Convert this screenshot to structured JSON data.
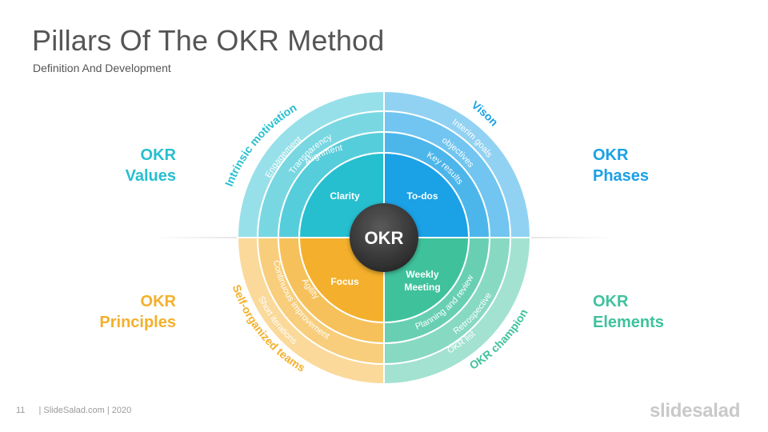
{
  "slide": {
    "title": "Pillars Of The OKR Method",
    "subtitle": "Definition And Development",
    "page_number": "11",
    "footer_text": "| SlideSalad.com | 2020",
    "logo": "slidesalad"
  },
  "center_label": "OKR",
  "colors": {
    "values": "#26bfd0",
    "phases": "#1aa1e6",
    "principles": "#f4b02c",
    "elements": "#3fc29c",
    "center": "#3a3a3a"
  },
  "quadrants": {
    "values": {
      "label_line1": "OKR",
      "label_line2": "Values",
      "core": "Clarity",
      "ring2": "Alignment",
      "ring3": "Transparency",
      "ring4": "Engagement",
      "outer": "Intrinsic motivation"
    },
    "phases": {
      "label_line1": "OKR",
      "label_line2": "Phases",
      "core": "To-dos",
      "ring2": "Key results",
      "ring3": "objectives",
      "ring4": "Interim goals",
      "outer": "Vison"
    },
    "principles": {
      "label_line1": "OKR",
      "label_line2": "Principles",
      "core": "Focus",
      "ring2": "Agility",
      "ring3": "Continuous improvement",
      "ring4": "Short iterations",
      "outer": "Self-organized teams"
    },
    "elements": {
      "label_line1": "OKR",
      "label_line2": "Elements",
      "core_line1": "Weekly",
      "core_line2": "Meeting",
      "ring2": "Planning and review",
      "ring3": "Retrospective",
      "ring4": "OKR list",
      "outer": "OKR champion"
    }
  }
}
